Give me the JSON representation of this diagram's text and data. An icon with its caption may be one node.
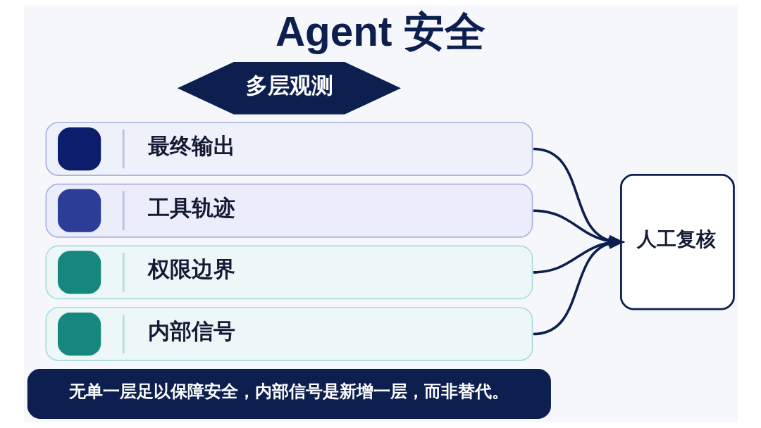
{
  "diagram": {
    "title": "Agent 安全",
    "nodes": [
      {
        "text": [
          "多层观测"
        ]
      },
      {
        "text": [
          "最终输出"
        ]
      },
      {
        "text": [
          "工具轨迹"
        ]
      },
      {
        "text": [
          "权限边界"
        ]
      },
      {
        "text": [
          "内部信号"
        ]
      },
      {
        "text": [
          "人工复核"
        ]
      },
      {
        "text": [
          "无单一层足以保障安全，内部信号是新增一层，而非替代。"
        ]
      }
    ],
    "edges": [
      {
        "from": 1,
        "to": 5,
        "arrow": "to"
      },
      {
        "from": 2,
        "to": 5,
        "arrow": "to"
      },
      {
        "from": 3,
        "to": 5,
        "arrow": "to"
      },
      {
        "from": 4,
        "to": 5,
        "arrow": "to"
      }
    ]
  }
}
